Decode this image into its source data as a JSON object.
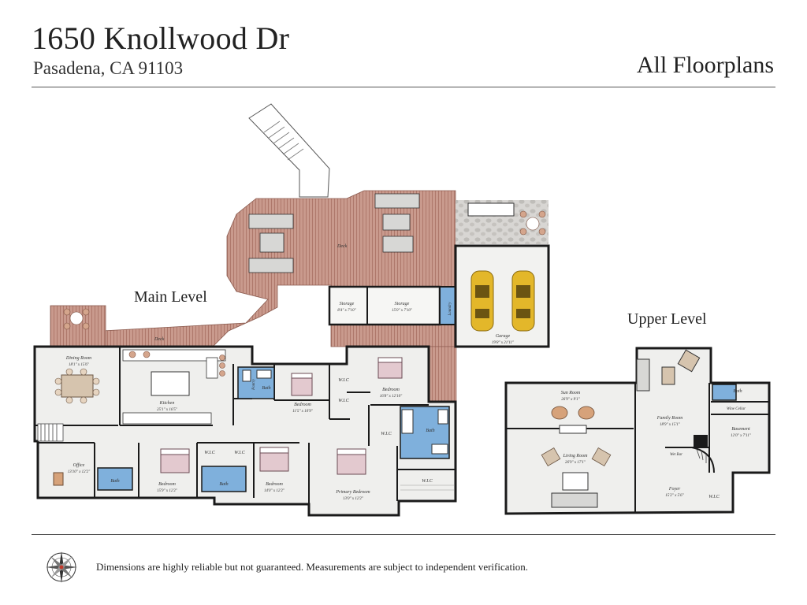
{
  "header": {
    "address": "1650 Knollwood Dr",
    "city": "Pasadena, CA 91103",
    "section": "All Floorplans"
  },
  "levels": {
    "main": "Main Level",
    "upper": "Upper Level"
  },
  "main_rooms": {
    "deck_top": "Deck",
    "deck_left": "Deck",
    "storage1": {
      "name": "Storage",
      "dim": "8'4\" x 7'10\""
    },
    "storage2": {
      "name": "Storage",
      "dim": "15'0\" x 7'10\""
    },
    "laundry": "Laundry",
    "garage": {
      "name": "Garage",
      "dim": "19'8\" x 21'11\""
    },
    "dining": {
      "name": "Dining Room",
      "dim": "18'1\" x 15'6\""
    },
    "kitchen": {
      "name": "Kitchen",
      "dim": "25'1\" x 16'5\""
    },
    "pantry": "Pantry",
    "bath_a": "Bath",
    "bedroom_a": {
      "name": "Bedroom",
      "dim": "11'5\" x 10'9\""
    },
    "wic_a": "W.I.C",
    "wic_b": "W.I.C",
    "bedroom_b": {
      "name": "Bedroom",
      "dim": "16'8\" x 12'10\""
    },
    "wic_c": "W.I.C",
    "bath_b": "Bath",
    "office": {
      "name": "Office",
      "dim": "13'10\" x 12'2\""
    },
    "bath_c": "Bath",
    "bedroom_c": {
      "name": "Bedroom",
      "dim": "15'9\" x 12'2\""
    },
    "wic_d": "W.I.C",
    "bath_d": "Bath",
    "wic_e": "W.I.C",
    "bedroom_d": {
      "name": "Bedroom",
      "dim": "14'0\" x 12'2\""
    },
    "primary": {
      "name": "Primary Bedroom",
      "dim": "13'0\" x 12'2\""
    },
    "wic_f": "W.I.C"
  },
  "upper_rooms": {
    "sun": {
      "name": "Sun Room",
      "dim": "26'9\" x 9'1\""
    },
    "living": {
      "name": "Living Room",
      "dim": "26'9\" x 17'1\""
    },
    "family": {
      "name": "Family Room",
      "dim": "18'9\" x 15'1\""
    },
    "bath": "Bath",
    "wine": "Wine Cellar",
    "basement": {
      "name": "Basement",
      "dim": "12'0\" x 7'11\""
    },
    "wetbar": "Wet Bar",
    "foyer": {
      "name": "Foyer",
      "dim": "15'2\" x 5'6\""
    },
    "wic": "W.I.C"
  },
  "footer": {
    "disclaimer": "Dimensions are highly reliable but not guaranteed. Measurements are subject to independent verification."
  },
  "icons": {
    "compass": "compass-rose-icon"
  },
  "colors": {
    "deck": "#c9978a",
    "bath": "#7fb0dc",
    "wall": "#1a1a1a",
    "floor": "#ececea",
    "garage_car": "#e3b72a"
  }
}
